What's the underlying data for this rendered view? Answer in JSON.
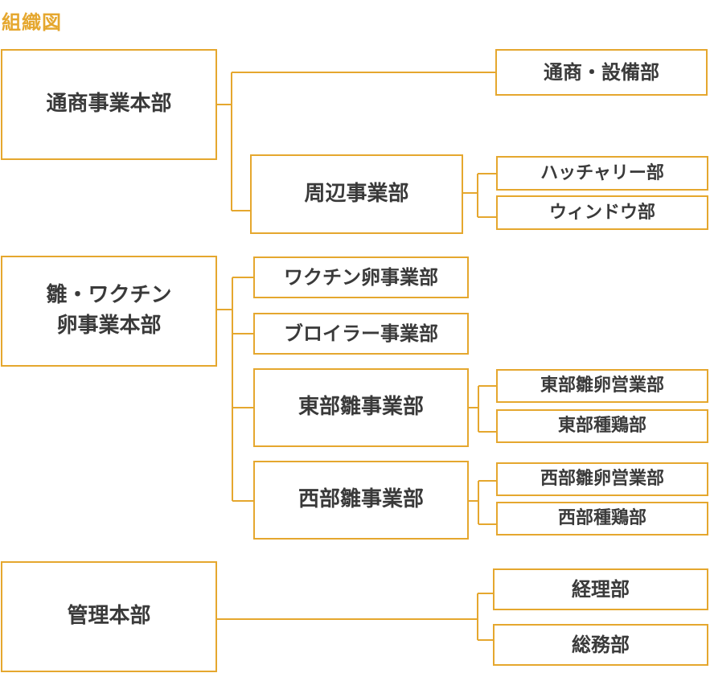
{
  "title": "組織図",
  "divisions": [
    {
      "name": "通商事業本部",
      "departments": [
        {
          "name": "通商・設備部"
        },
        {
          "name": "周辺事業部",
          "sections": [
            {
              "name": "ハッチャリー部"
            },
            {
              "name": "ウィンドウ部"
            }
          ]
        }
      ]
    },
    {
      "name": "雛・ワクチン\n卵事業本部",
      "departments": [
        {
          "name": "ワクチン卵事業部"
        },
        {
          "name": "ブロイラー事業部"
        },
        {
          "name": "東部雛事業部",
          "sections": [
            {
              "name": "東部雛卵営業部"
            },
            {
              "name": "東部種鶏部"
            }
          ]
        },
        {
          "name": "西部雛事業部",
          "sections": [
            {
              "name": "西部雛卵営業部"
            },
            {
              "name": "西部種鶏部"
            }
          ]
        }
      ]
    },
    {
      "name": "管理本部",
      "departments": [
        {
          "name": "経理部"
        },
        {
          "name": "総務部"
        }
      ]
    }
  ],
  "colors": {
    "accent": "#e5a72e",
    "text": "#3a3a3a"
  }
}
